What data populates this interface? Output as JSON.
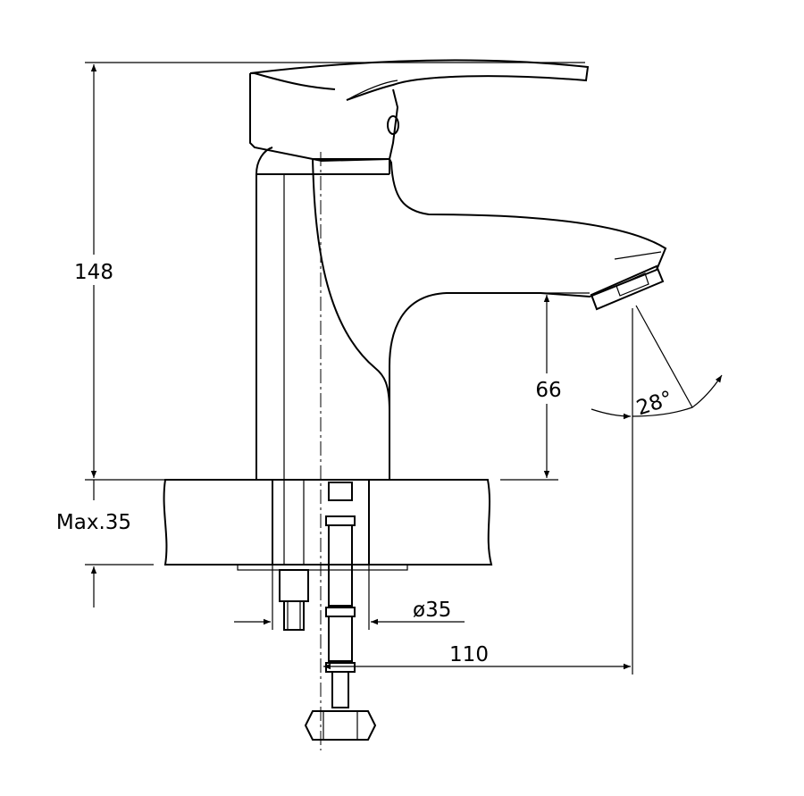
{
  "drawing": {
    "dimensions": {
      "total_height": "148",
      "spout_clearance": "66",
      "angle": "28°",
      "max_deck_thickness": "Max.35",
      "hole_diameter": "ø35",
      "spout_reach": "110"
    },
    "colors": {
      "line": "#000000",
      "background": "#ffffff"
    }
  }
}
